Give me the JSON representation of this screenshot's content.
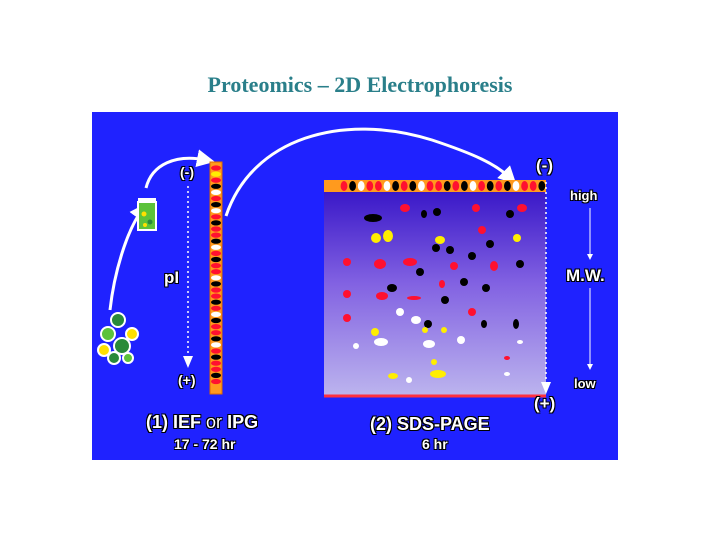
{
  "title": "Proteomics – 2D Electrophoresis",
  "colors": {
    "title": "#2a7f8a",
    "panel": "#1f22ff",
    "strip": "#ff9a1e",
    "gel_top": "#3a18c8",
    "gel_bottom": "#b8b0ea",
    "spot_red": "#ff1030",
    "spot_black": "#000000",
    "spot_yellow": "#ffee00",
    "spot_white": "#ffffff"
  },
  "ief": {
    "minus": "(-)",
    "plus": "(+)",
    "axis": "pI",
    "step_prefix": "(1) IEF",
    "step_or": "or",
    "step_ipg": "IPG",
    "time": "17 - 72 hr"
  },
  "sds": {
    "minus": "(-)",
    "plus": "(+)",
    "step": "(2) SDS-PAGE",
    "time": "6 hr"
  },
  "mw": {
    "high": "high",
    "label": "M.W.",
    "low": "low"
  }
}
